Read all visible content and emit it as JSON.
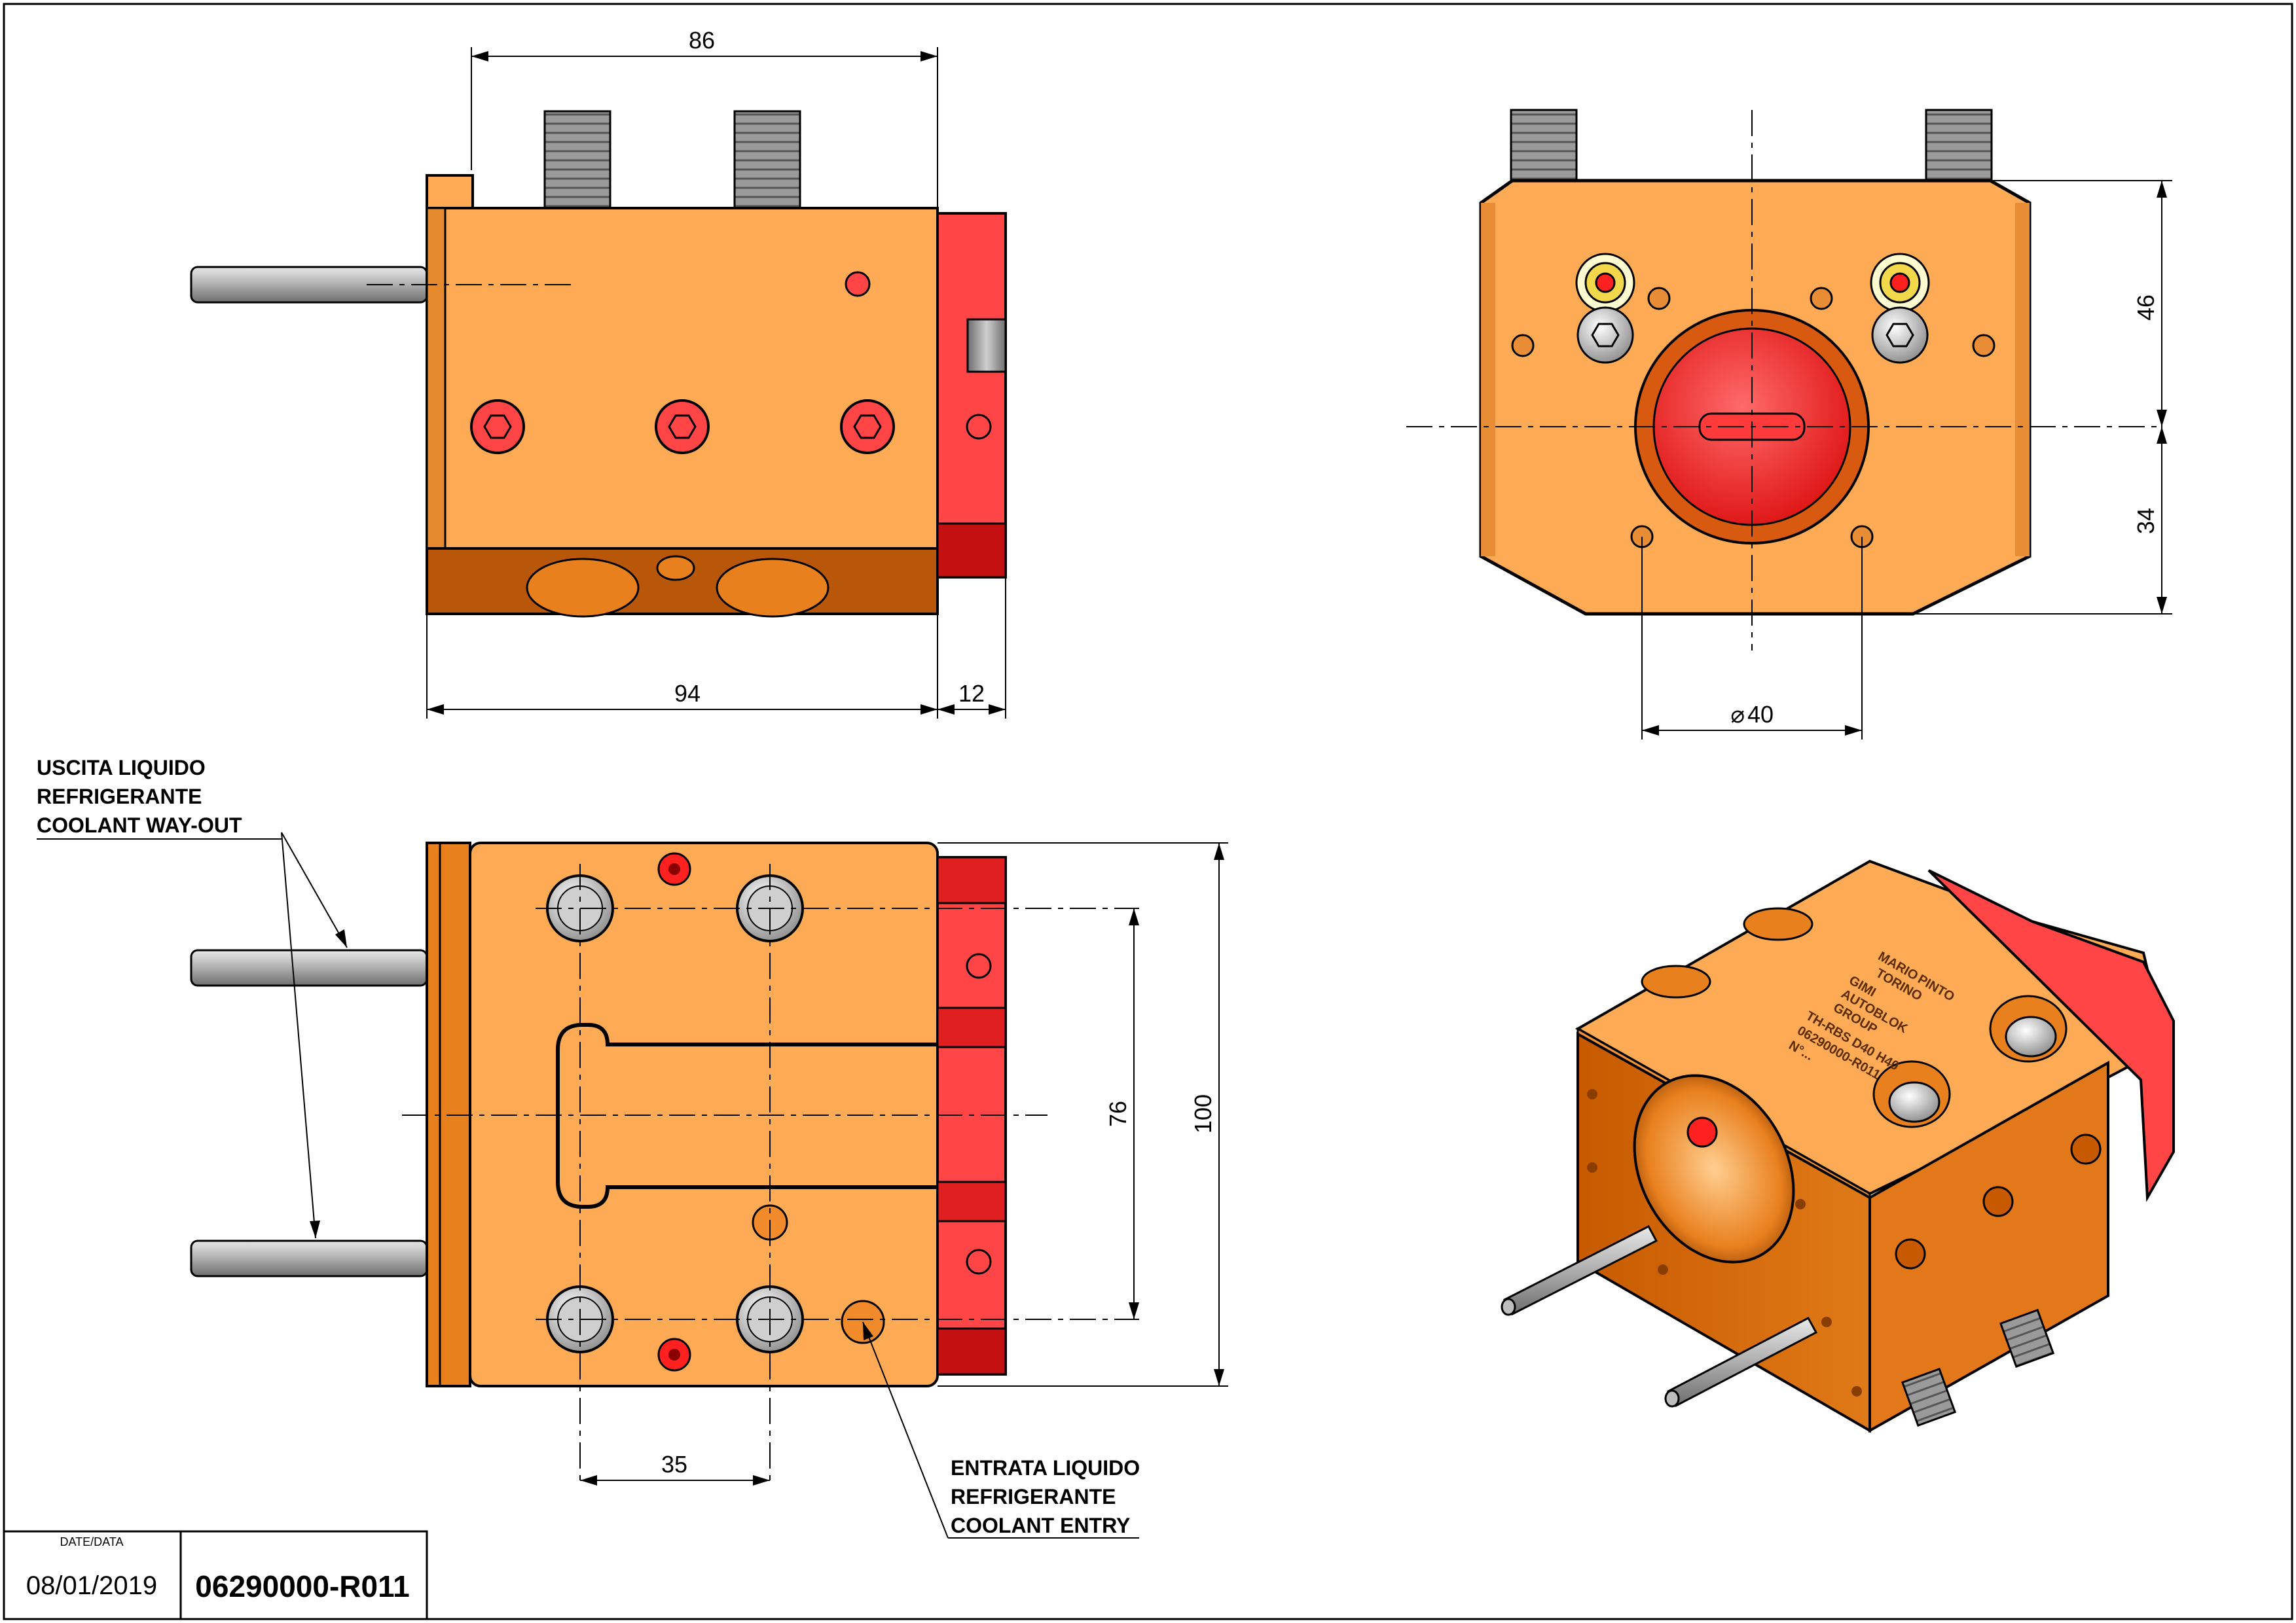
{
  "drawing": {
    "dimensions": {
      "top_view_width": "86",
      "front_body_length": "94",
      "front_flange": "12",
      "side_upper": "46",
      "side_lower": "34",
      "bore_diameter": "40",
      "bore_symbol": "⌀",
      "plan_inner_height": "76",
      "plan_total_height": "100",
      "plan_hole_spacing": "35"
    },
    "labels": {
      "coolant_out": [
        "USCITA LIQUIDO",
        "REFRIGERANTE",
        "COOLANT WAY-OUT"
      ],
      "coolant_in": [
        "ENTRATA LIQUIDO",
        "REFRIGERANTE",
        "COOLANT ENTRY"
      ]
    },
    "engraving": {
      "brand_top": "MARIO",
      "brand_mid": "PINTO",
      "brand_city": "TORINO",
      "logo_a": "GIMI",
      "logo_b": "AUTOBLOK",
      "logo_c": "GROUP",
      "model": "TH-RBS D40 H40",
      "code": "06290000-R011",
      "serial": "N°..."
    },
    "colors": {
      "body_orange": "#ffaa55",
      "dark_orange": "#b8560a",
      "flange_red": "#ff4545",
      "dark_red": "#c41010",
      "steel": "#a8a8a8"
    }
  },
  "title_block": {
    "date_label": "DATE/DATA",
    "date_value": "08/01/2019",
    "drawing_number": "06290000-R011"
  }
}
